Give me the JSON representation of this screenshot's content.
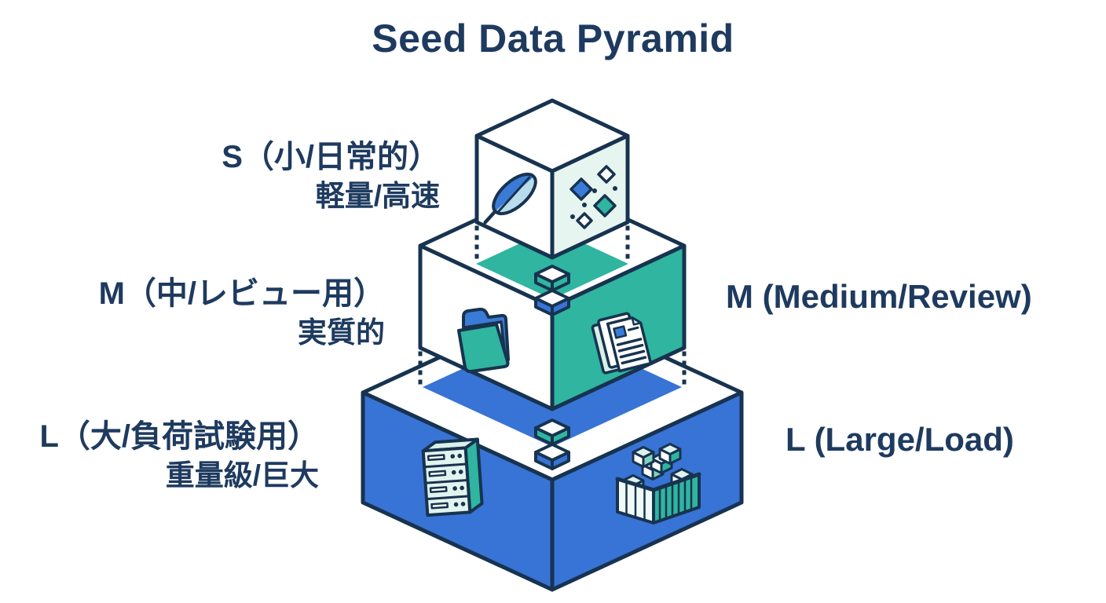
{
  "title": "Seed Data Pyramid",
  "colors": {
    "outline_navy": "#17334f",
    "text_navy": "#1e3a5f",
    "teal": "#2fb5a0",
    "blue": "#3873d6",
    "mint_face": "#e7f5f0",
    "icon_mint": "#d9f0e9",
    "feather_blue": "#3b7bd8",
    "feather_light": "#b9dcec",
    "white": "#ffffff"
  },
  "tiers": {
    "s": {
      "size": "S",
      "label": "S（小/日常的）",
      "sublabel": "軽量/高速",
      "icons": [
        "feather-icon",
        "data-fragments-icon"
      ]
    },
    "m": {
      "size": "M",
      "label": "M（中/レビュー用）",
      "sublabel": "実質的",
      "label_en": "M (Medium/Review)",
      "icons": [
        "folder-icon",
        "documents-icon"
      ]
    },
    "l": {
      "size": "L",
      "label": "L（大/負荷試験用）",
      "sublabel": "重量級/巨大",
      "label_en": "L (Large/Load)",
      "icons": [
        "server-rack-icon",
        "container-icon"
      ]
    }
  }
}
